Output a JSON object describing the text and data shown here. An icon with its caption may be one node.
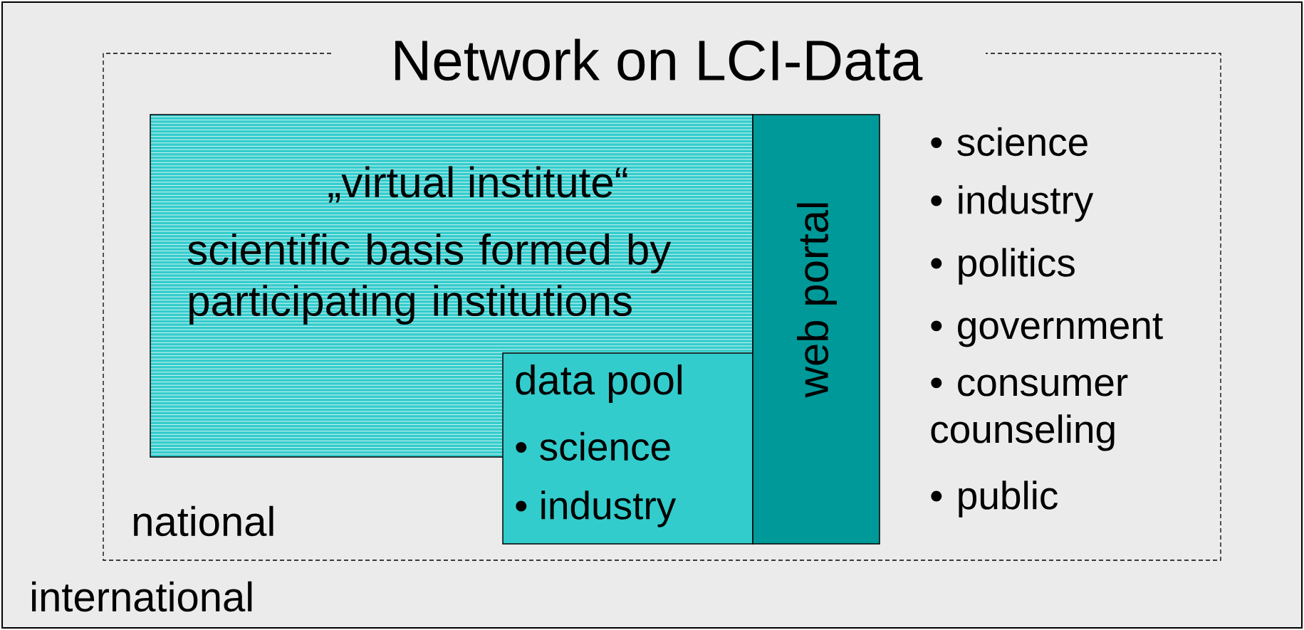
{
  "diagram": {
    "title": "Network on LCI-Data",
    "nodes": [
      {
        "text": [
          "international"
        ]
      },
      {
        "text": [
          "national"
        ],
        "in": 0
      },
      {
        "text": [
          "„virtual institute“",
          "scientific basis formed by participating institutions"
        ],
        "in": 1
      },
      {
        "text": [
          "data pool",
          "• science",
          "• industry"
        ],
        "in": 1
      },
      {
        "text": [
          "web portal"
        ],
        "in": 1
      }
    ],
    "edges": [],
    "labels": [
      "• science",
      "• industry",
      "• politics",
      "• government",
      "• consumer counseling",
      "• public"
    ]
  }
}
